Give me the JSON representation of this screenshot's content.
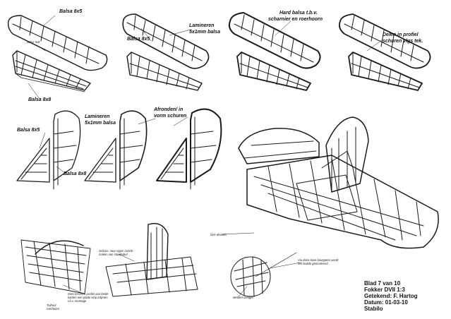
{
  "labels": {
    "balsa_8x5_a": "Balsa 8x5",
    "balsa_5x8_small": "Balsa 5x8",
    "balsa_8x8_a": "Balsa 8x8",
    "lamineren_a": "Lamineren",
    "lamineren_a2": "5x1mm balsa",
    "balsa_8x5_b": "Balsa 8x5",
    "hard_balsa_1": "Hard balsa t.b.v.",
    "hard_balsa_2": "scharnier en roerhoorn",
    "delen_1": "Delen in profiel",
    "delen_2": "schuren vlgs tek.",
    "balsa_8x5_c": "Balsa 8x5",
    "balsa_8x8_b": "Balsa 8x8",
    "lamineren_b": "Lamineren",
    "lamineren_b2": "5x1mm balsa",
    "afronden_1": "Afronden/ in",
    "afronden_2": "vorm schuren",
    "glen_1": "Glen torrance profiel aan beide",
    "glen_2": "kanten een platte strip inlijmen",
    "glen_3": "t.b.v. montage",
    "schoor_1": "Schoor: naar eigen inzicht",
    "schoor_2": "maken van staalkabel",
    "tuihool_1": "Tuihool",
    "tuihool_2": "roerhoorn",
    "drie_deuvels": "Drie deuvels",
    "via_1": "Via deze twee boutgaten wordt",
    "via_2": "het stabilo gemonteerd",
    "metalen": "Metalen beugel"
  },
  "title_block": {
    "line1": "Blad 7 van 10",
    "line2": "Fokker DVII 1:3",
    "line3": "Getekend: F. Hartog",
    "line4": "Datum: 01-03-10",
    "line5": "Stabilo"
  }
}
